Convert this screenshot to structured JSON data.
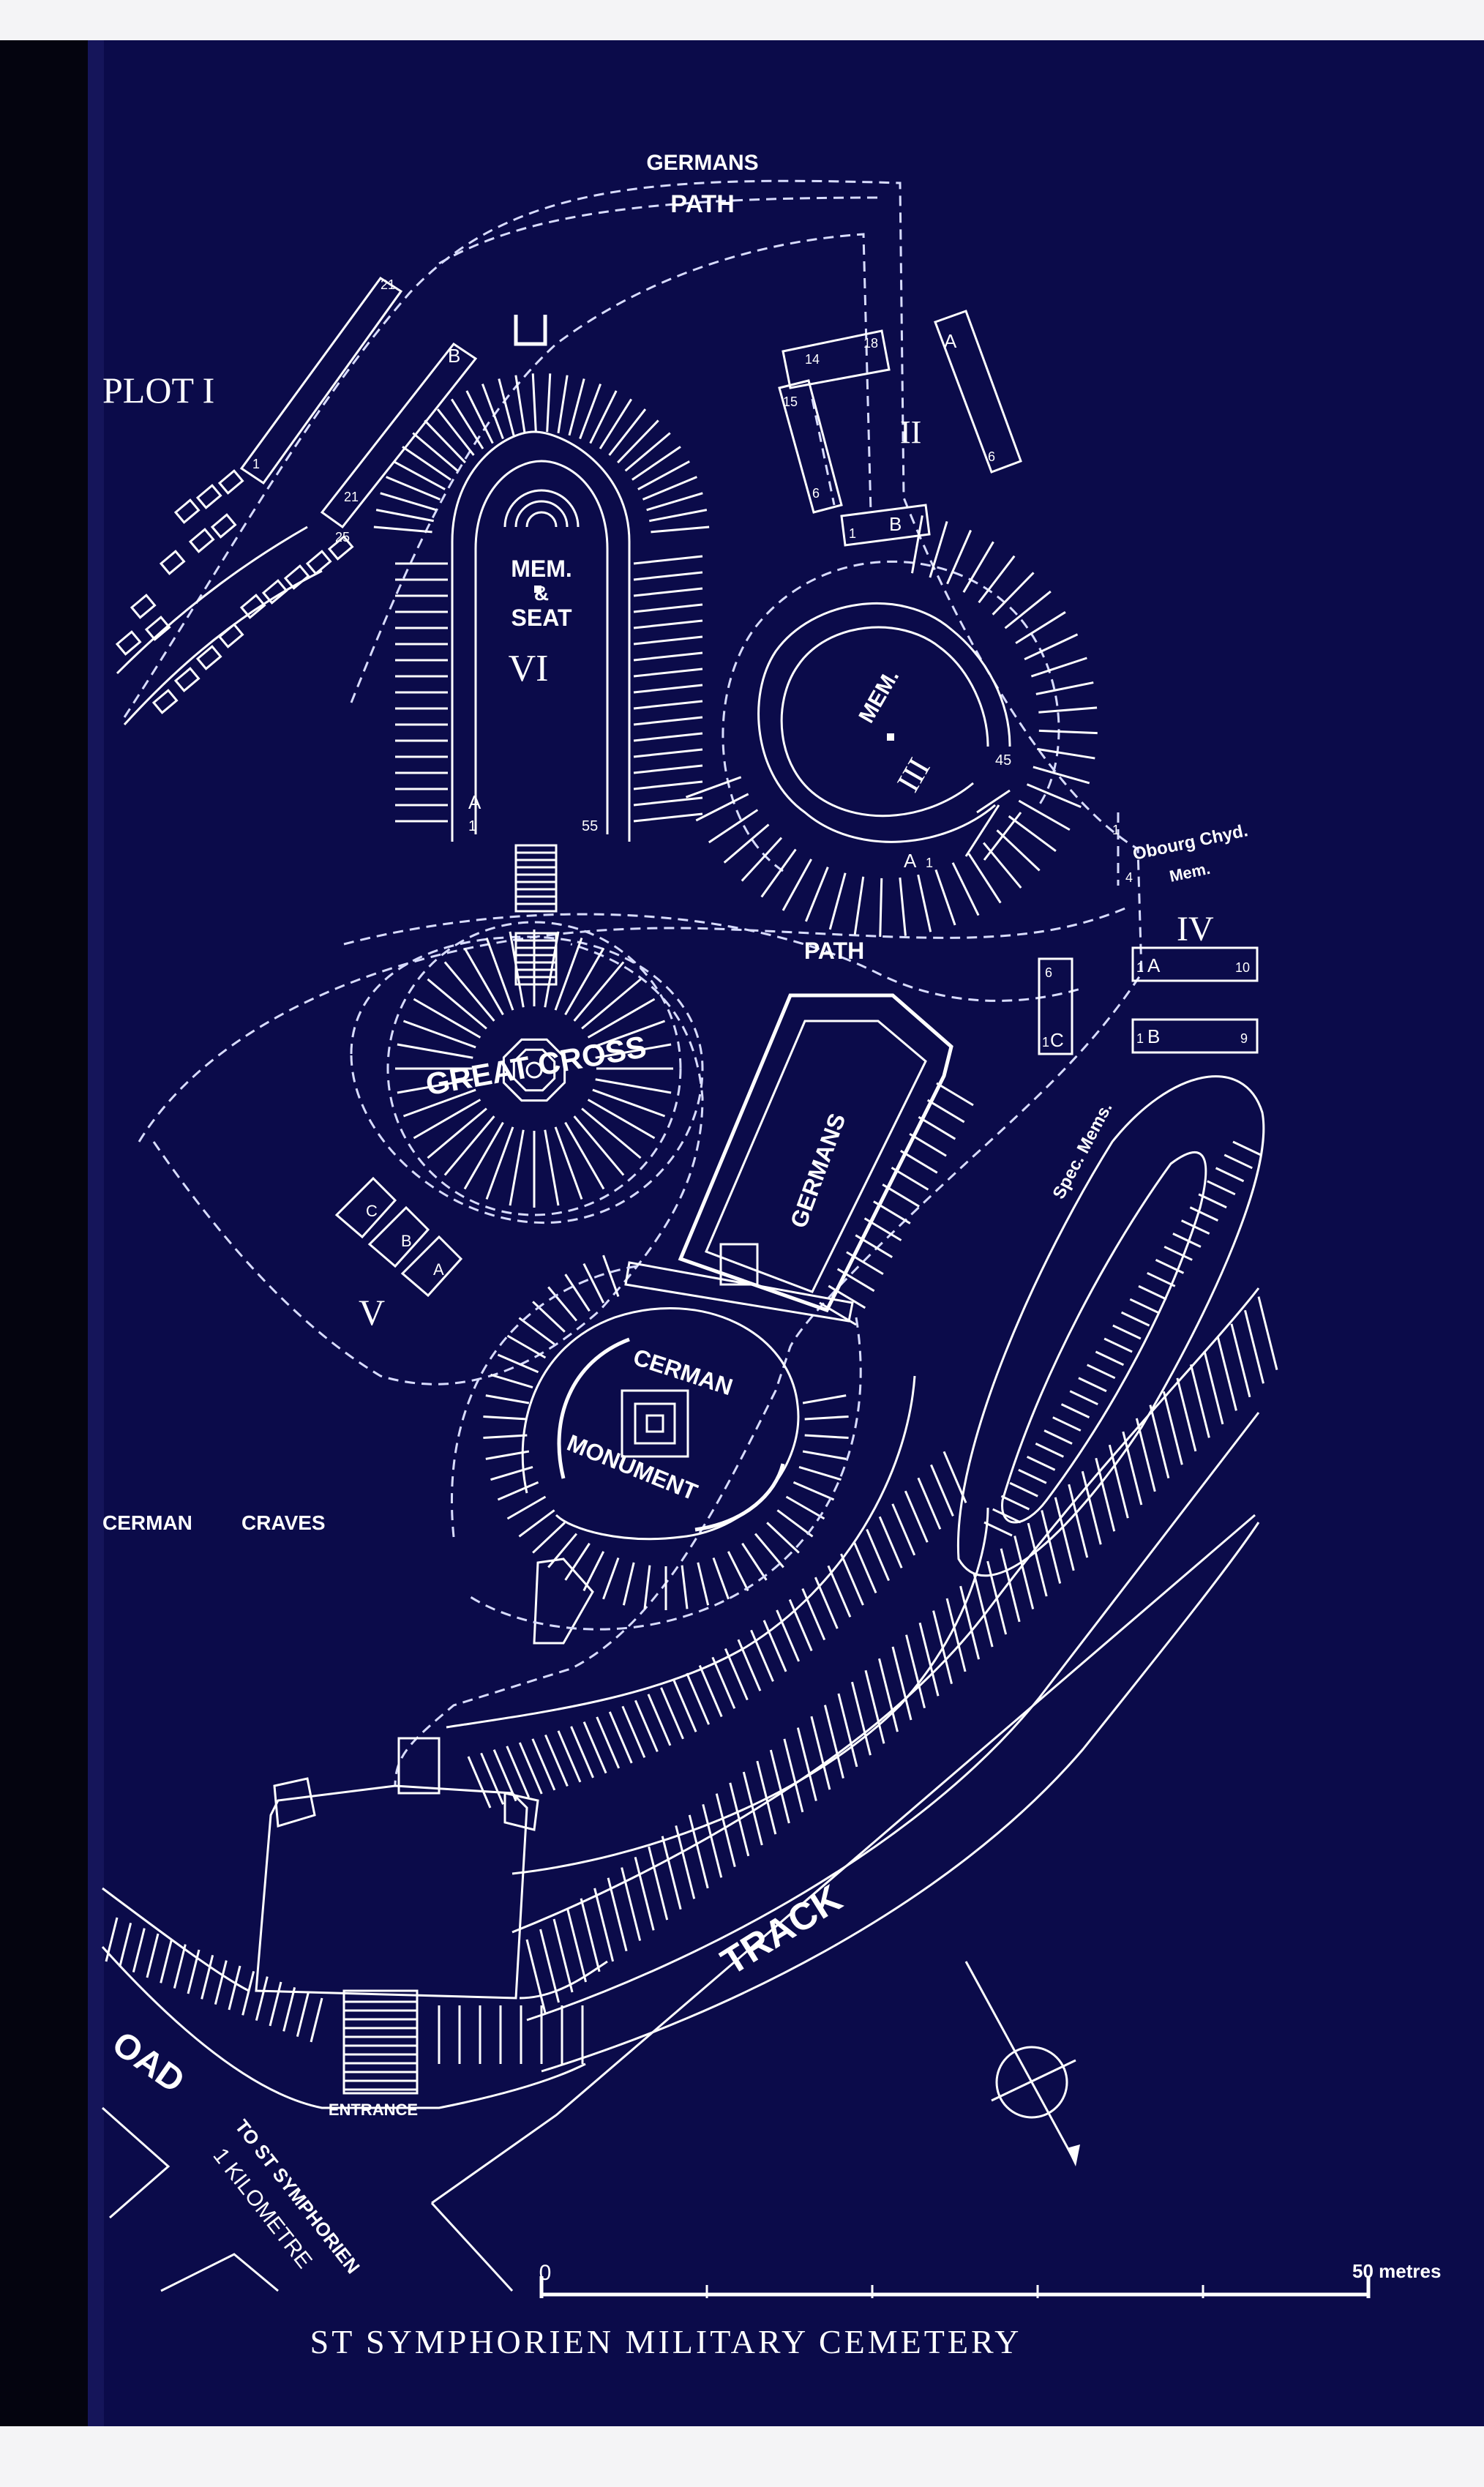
{
  "colors": {
    "background": "#0b0b4a",
    "ink": "#ffffff",
    "paper": "#f4f4f6",
    "spine": "#04040f"
  },
  "map": {
    "title": "ST SYMPHORIEN MILITARY CEMETERY",
    "labels": {
      "germans_top": "GERMANS",
      "path_top": "PATH",
      "plot1": "PLOT I",
      "mem_seat_1": "MEM.",
      "mem_seat_2": "&",
      "mem_seat_3": "SEAT",
      "plot6": "VI",
      "mem_3": "MEM.",
      "plot3": "III",
      "plot2": "II",
      "path_mid": "PATH",
      "great_cross": "GREAT CROSS",
      "germans_mid": "GERMANS",
      "obourg_1": "Obourg Chyd.",
      "obourg_2": "Mem.",
      "plot4": "IV",
      "spec_mems": "Spec. Mems.",
      "plot5": "V",
      "german_monument_1": "CERMAN",
      "german_monument_2": "MONUMENT",
      "german_graves_1": "CERMAN",
      "german_graves_2": "CRAVES",
      "track": "TRACK",
      "road": "OAD",
      "entrance": "ENTRANCE",
      "to_st_1": "TO ST SYMPHORIEN",
      "to_st_2": "1 KILOMETRE",
      "scale_zero": "0",
      "scale_end": "50 metres"
    },
    "row_labels": {
      "plot6_a": "A",
      "plot6_1": "1",
      "plot6_55": "55",
      "plot3_a": "A",
      "plot3_1": "1",
      "plot3_45": "45",
      "plot2_14": "14",
      "plot2_18": "18",
      "plot2_15": "15",
      "plot2_6": "6",
      "plot2_b": "B",
      "plot2_1": "1",
      "plot2_a": "A",
      "plot2_a6": "6",
      "plot1_b": "B",
      "plot1_21": "21",
      "plot1_25": "25",
      "plot1_21b": "21",
      "plot1_1": "1",
      "plot4_a": "A",
      "plot4_a1": "1",
      "plot4_a10": "10",
      "plot4_b": "B",
      "plot4_b1": "1",
      "plot4_b9": "9",
      "plot4_1": "1",
      "plot4_4": "4",
      "plotc_c": "C",
      "plotc_1": "1",
      "plotc_6": "6",
      "plot5_c": "C",
      "plot5_b": "B",
      "plot5_a": "A"
    }
  }
}
